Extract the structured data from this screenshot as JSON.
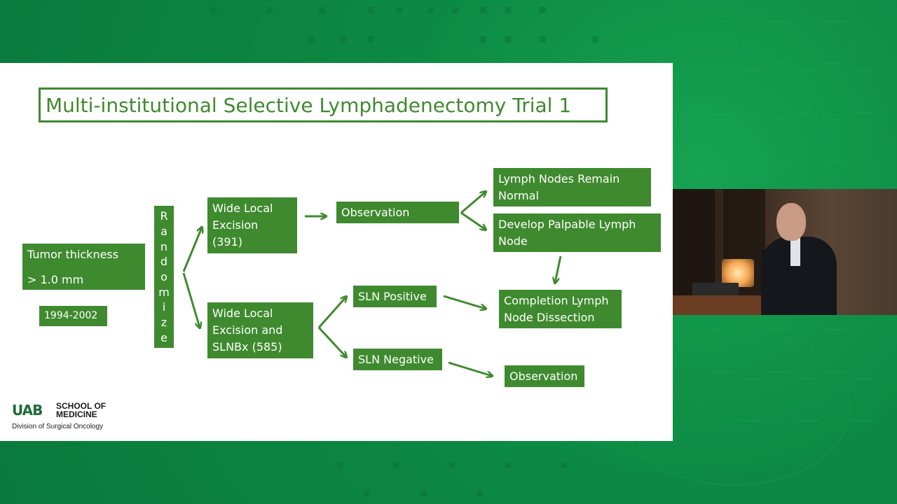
{
  "slide": {
    "title": "Multi-institutional Selective Lymphadenectomy Trial 1",
    "tumor": {
      "line1": "Tumor thickness",
      "line2": "> 1.0 mm"
    },
    "years": "1994-2002",
    "randomize_letters": [
      "R",
      "a",
      "n",
      "d",
      "o",
      "m",
      "i",
      "z",
      "e"
    ],
    "wle": {
      "line1": "Wide Local",
      "line2": "Excision",
      "line3": "(391)"
    },
    "wle_slnbx": {
      "line1": "Wide Local",
      "line2": "Excision and",
      "line3": "SLNBx  (585)"
    },
    "observation_top": "Observation",
    "normal": {
      "line1": "Lymph Nodes Remain",
      "line2": "Normal"
    },
    "palpable": {
      "line1": "Develop Palpable Lymph",
      "line2": "Node"
    },
    "sln_positive": "SLN Positive",
    "sln_negative": "SLN Negative",
    "completion": {
      "line1": "Completion Lymph",
      "line2": "Node Dissection"
    },
    "observation_bottom": "Observation",
    "accent_color": "#3f8a2f"
  },
  "logo": {
    "mark": "UAB",
    "school_line1": "SCHOOL OF",
    "school_line2": "MEDICINE",
    "division": "Division of Surgical Oncology"
  },
  "colors": {
    "background_green": "#0c8a43",
    "slide_green": "#3f8a2f",
    "slide_white": "#ffffff"
  }
}
